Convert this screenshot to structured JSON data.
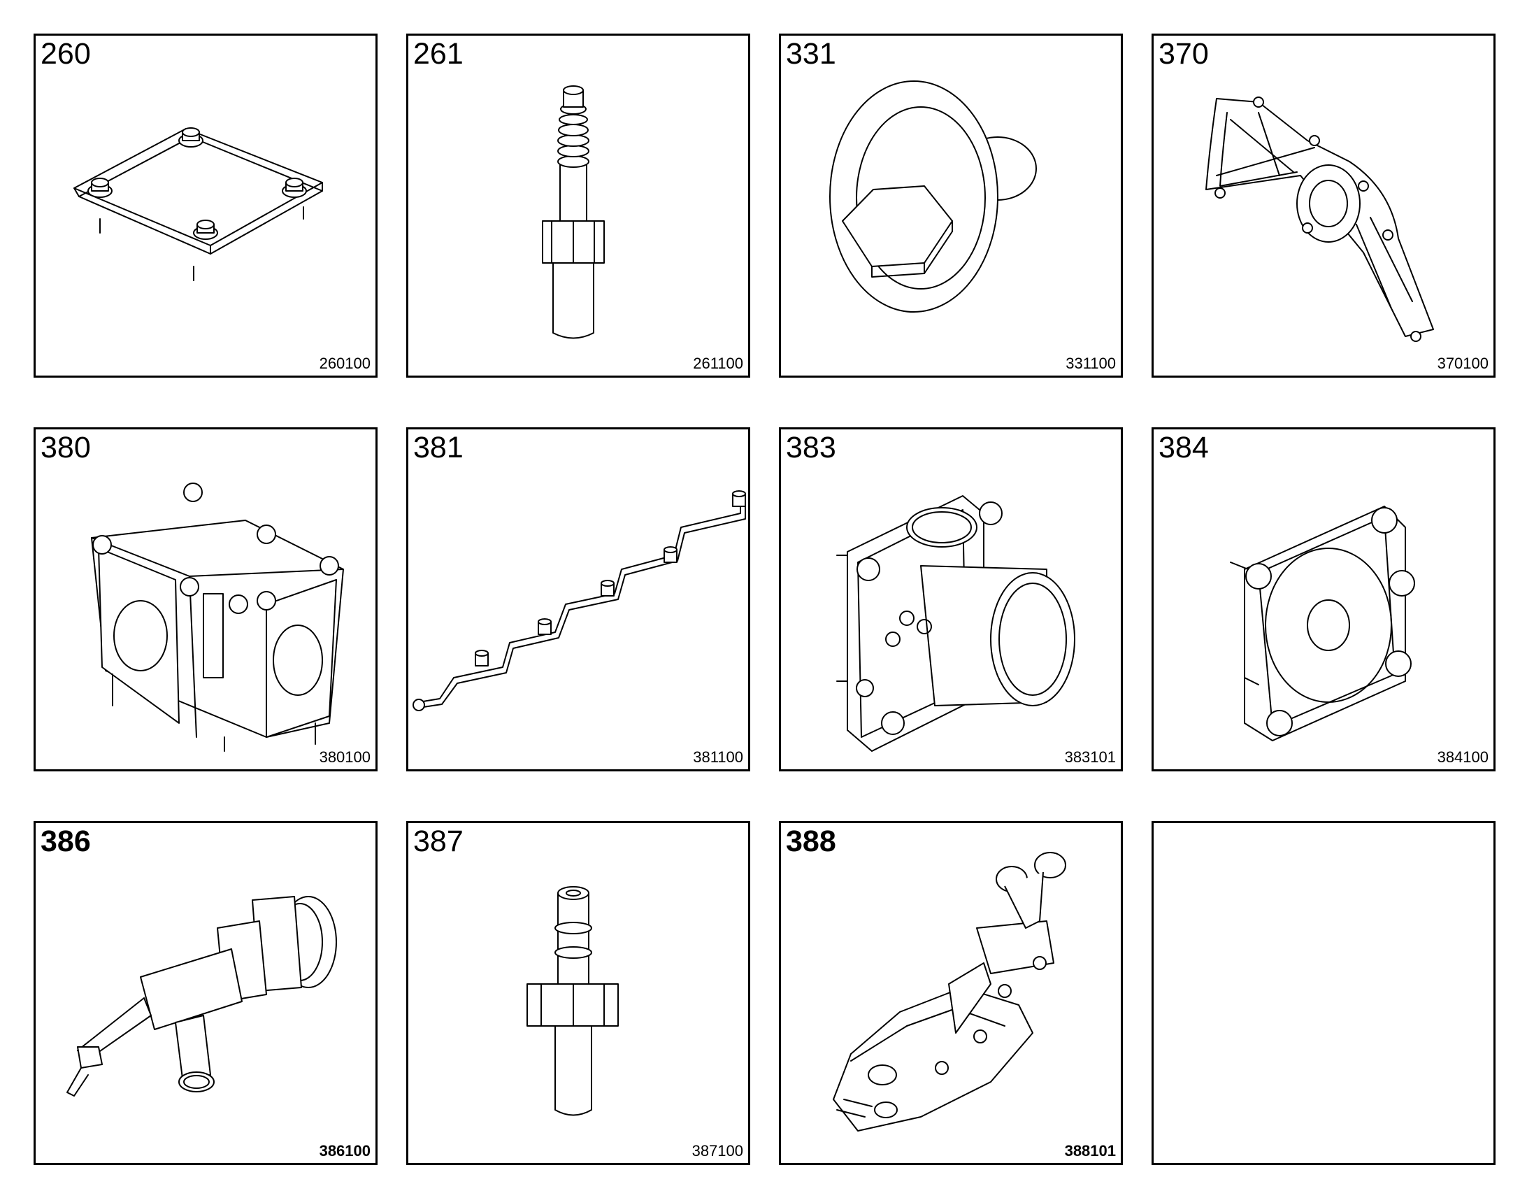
{
  "tiles": [
    {
      "number": "260",
      "code": "260100",
      "icon": "cover-plate-icon"
    },
    {
      "number": "261",
      "code": "261100",
      "icon": "hose-fitting-icon"
    },
    {
      "number": "331",
      "code": "331100",
      "icon": "plug-flange-icon"
    },
    {
      "number": "370",
      "code": "370100",
      "icon": "gasket-cover-icon"
    },
    {
      "number": "380",
      "code": "380100",
      "icon": "throttle-body-icon"
    },
    {
      "number": "381",
      "code": "381100",
      "icon": "fuel-rail-icon"
    },
    {
      "number": "383",
      "code": "383101",
      "icon": "intake-valve-housing-icon"
    },
    {
      "number": "384",
      "code": "384100",
      "icon": "flange-plate-icon"
    },
    {
      "number": "386",
      "code": "386100",
      "icon": "drain-valve-icon"
    },
    {
      "number": "387",
      "code": "387100",
      "icon": "connector-nipple-icon"
    },
    {
      "number": "388",
      "code": "388101",
      "icon": "manifold-assembly-icon"
    },
    {
      "number": "",
      "code": "",
      "icon": ""
    }
  ]
}
